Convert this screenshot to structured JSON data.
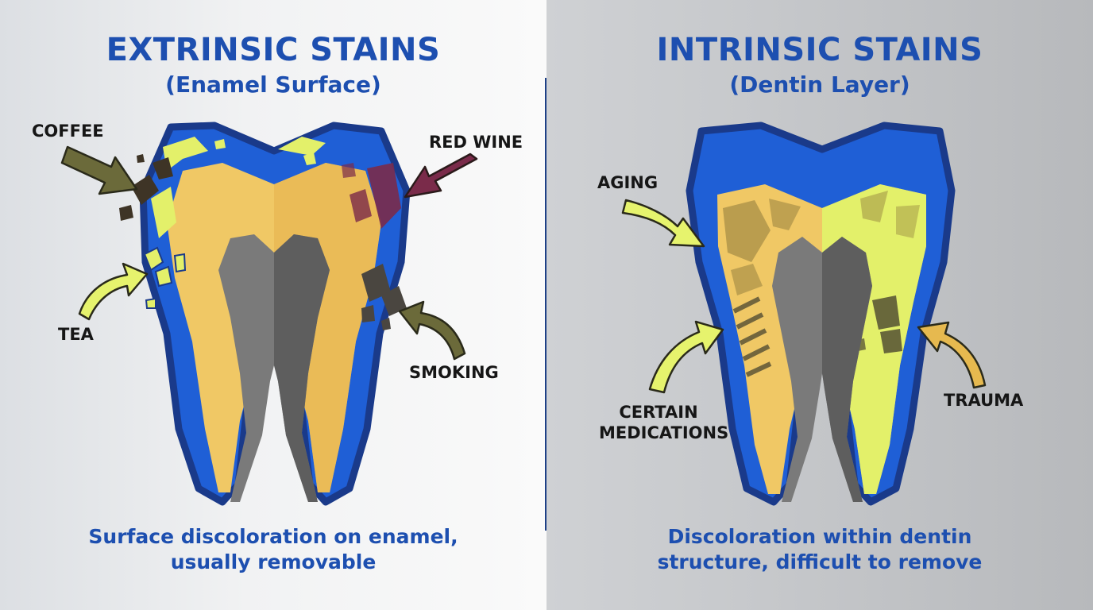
{
  "extrinsic": {
    "title": "EXTRINSIC STAINS",
    "subtitle": "(Enamel Surface)",
    "labels": {
      "coffee": "COFFEE",
      "red_wine": "RED WINE",
      "tea": "TEA",
      "smoking": "SMOKING"
    },
    "caption_line1": "Surface discoloration on enamel,",
    "caption_line2": "usually removable"
  },
  "intrinsic": {
    "title": "INTRINSIC STAINS",
    "subtitle": "(Dentin Layer)",
    "labels": {
      "aging": "AGING",
      "medications_line1": "CERTAIN",
      "medications_line2": "MEDICATIONS",
      "trauma": "TRAUMA"
    },
    "caption_line1": "Discoloration within dentin",
    "caption_line2": "structure, difficult to remove"
  },
  "colors": {
    "heading_blue": "#1d4fb0",
    "enamel_blue": "#1f5fd6",
    "outline_navy": "#1a3a8a",
    "dentin_yellow": "#f0c865",
    "pulp_gray": "#7a7a7a",
    "highlight_lime": "#e3f06a",
    "coffee_brown": "#3e3426",
    "wine_maroon": "#7a2b4a",
    "smoke_dark": "#4a4640",
    "arrow_lime": "#e6f36d",
    "arrow_olive": "#6b6a3a",
    "arrow_gold": "#e6b94f"
  }
}
